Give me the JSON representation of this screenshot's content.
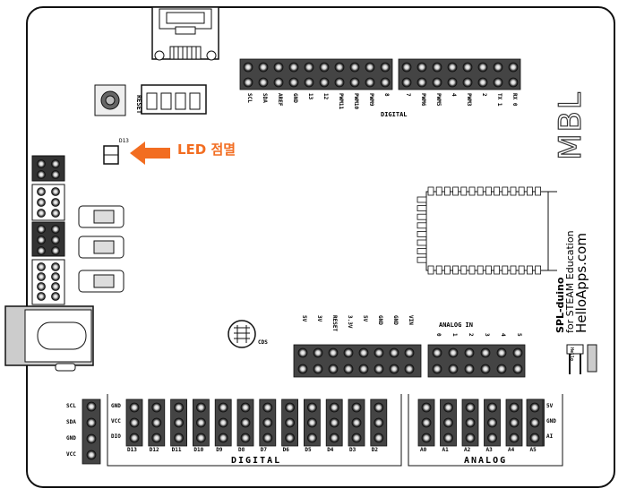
{
  "callout": {
    "text": "LED 점멸",
    "color": "#f26d21"
  },
  "brand": {
    "mbl": "MBL",
    "product": "SPL-duino",
    "tagline": "for STEAM Education",
    "website": "HelloApps.com",
    "logo": "Hello"
  },
  "labels": {
    "reset": "RESET",
    "led_code": "D13",
    "cds": "CDS",
    "digital_section": "DIGITAL",
    "digital_bottom": "DIGITAL",
    "analog_in": "ANALOG IN",
    "analog_bottom": "ANALOG"
  },
  "top_digital_left": [
    "SCL",
    "SDA",
    "AREF",
    "GND",
    "13",
    "12",
    "PWM11",
    "PWM10",
    "PWM9",
    "8"
  ],
  "top_digital_right": [
    "7",
    "PWM6",
    "PWM5",
    "4",
    "PWM3",
    "2",
    "TX 1",
    "RX 0"
  ],
  "power_labels": [
    "5V",
    "3V",
    "RESET",
    "3.3V",
    "5V",
    "GND",
    "GND",
    "VIN"
  ],
  "analog_in_labels": [
    "0",
    "1",
    "2",
    "3",
    "4",
    "5"
  ],
  "i2c_labels": [
    "SCL",
    "SDA",
    "GND",
    "VCC"
  ],
  "sensor_row_labels": [
    "GND",
    "VCC",
    "DIO"
  ],
  "digital_bottom_labels": [
    "D13",
    "D12",
    "D11",
    "D10",
    "D9",
    "D8",
    "D7",
    "D6",
    "D5",
    "D4",
    "D3",
    "D2"
  ],
  "analog_bottom_labels": [
    "A0",
    "A1",
    "A2",
    "A3",
    "A4",
    "A5"
  ],
  "analog_right_labels": [
    "5V",
    "GND",
    "AI"
  ],
  "colors": {
    "accent": "#f26d21",
    "line": "#111111",
    "header_fill": "#333333"
  }
}
